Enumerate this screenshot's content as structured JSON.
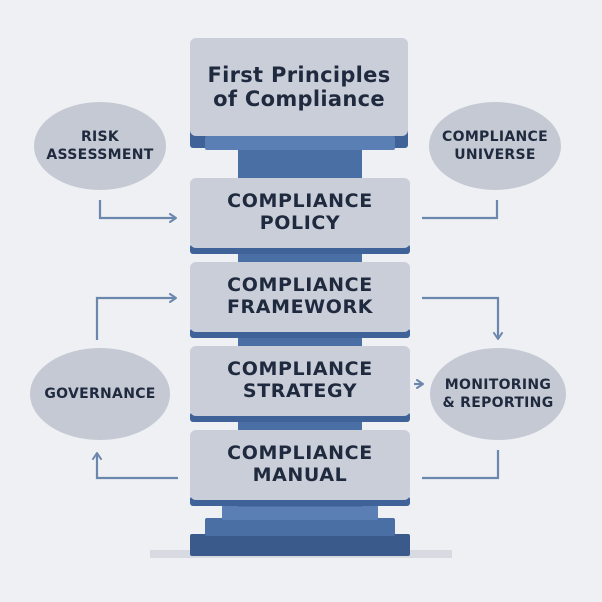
{
  "title": {
    "line1": "First Principles",
    "line2": "of Compliance"
  },
  "stages": [
    {
      "line1": "COMPLIANCE",
      "line2": "POLICY"
    },
    {
      "line1": "COMPLIANCE",
      "line2": "FRAMEWORK"
    },
    {
      "line1": "COMPLIANCE",
      "line2": "STRATEGY"
    },
    {
      "line1": "COMPLIANCE",
      "line2": "MANUAL"
    }
  ],
  "nodes": {
    "risk": {
      "line1": "RISK",
      "line2": "ASSESSMENT"
    },
    "universe": {
      "line1": "COMPLIANCE",
      "line2": "UNIVERSE"
    },
    "governance": {
      "line1": "GOVERNANCE"
    },
    "monitoring": {
      "line1": "MONITORING",
      "line2": "& REPORTING"
    }
  },
  "colors": {
    "background": "#eef0f3",
    "block": "#c9ced8",
    "pillar_blue": "#4a6fa5",
    "pillar_dark": "#3a5a8c",
    "ellipse": "#c4c9d3",
    "arrow": "#6c87ad",
    "text": "#1f2a3f"
  }
}
